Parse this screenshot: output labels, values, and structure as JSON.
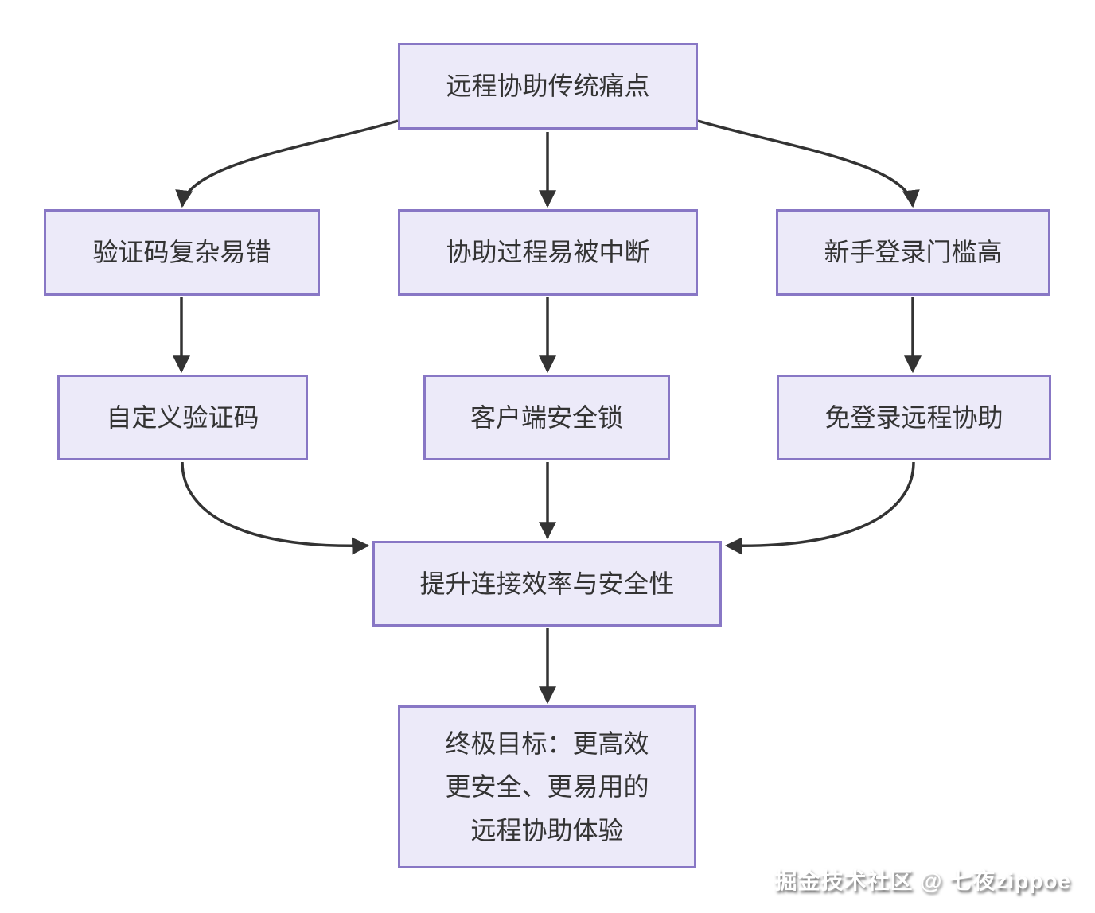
{
  "diagram": {
    "type": "flowchart",
    "direction": "top-down",
    "colors": {
      "background": "#ffffff",
      "node_fill": "#eceaf9",
      "node_border": "#8877c5",
      "edge": "#333333",
      "text": "#333333"
    },
    "nodes": {
      "root": {
        "label": "远程协助传统痛点"
      },
      "pain_captcha": {
        "label": "验证码复杂易错"
      },
      "pain_interrupt": {
        "label": "协助过程易被中断"
      },
      "pain_login": {
        "label": "新手登录门槛高"
      },
      "sol_custom_code": {
        "label": "自定义验证码"
      },
      "sol_security_lock": {
        "label": "客户端安全锁"
      },
      "sol_no_login": {
        "label": "免登录远程协助"
      },
      "benefit": {
        "label": "提升连接效率与安全性"
      },
      "goal": {
        "lines": [
          "终极目标：更高效",
          "更安全、更易用的",
          "远程协助体验"
        ]
      }
    },
    "edges": [
      {
        "from": "root",
        "to": "pain_captcha"
      },
      {
        "from": "root",
        "to": "pain_interrupt"
      },
      {
        "from": "root",
        "to": "pain_login"
      },
      {
        "from": "pain_captcha",
        "to": "sol_custom_code"
      },
      {
        "from": "pain_interrupt",
        "to": "sol_security_lock"
      },
      {
        "from": "pain_login",
        "to": "sol_no_login"
      },
      {
        "from": "sol_custom_code",
        "to": "benefit"
      },
      {
        "from": "sol_security_lock",
        "to": "benefit"
      },
      {
        "from": "sol_no_login",
        "to": "benefit"
      },
      {
        "from": "benefit",
        "to": "goal"
      }
    ]
  },
  "watermark": {
    "text": "掘金技术社区 @ 七夜zippoe"
  }
}
